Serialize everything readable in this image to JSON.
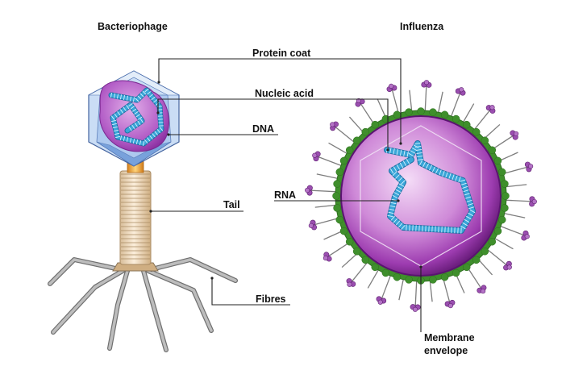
{
  "titles": {
    "bacteriophage": "Bacteriophage",
    "influenza": "Influenza"
  },
  "labels": {
    "protein_coat": "Protein coat",
    "nucleic_acid": "Nucleic acid",
    "dna": "DNA",
    "tail": "Tail",
    "rna": "RNA",
    "fibres": "Fibres",
    "membrane_line1": "Membrane",
    "membrane_line2": "envelope"
  },
  "colors": {
    "capsid_blue": "#8fb3e6",
    "nucleic_purple": "#a04fc4",
    "strand_blue": "#3aa6d8",
    "tail_tan": "#f1dcbf",
    "collar_orange": "#f0a53a",
    "fibre_gray": "#9a9a9a",
    "envelope_green": "#3f8f2c",
    "virion_purple": "#8a2f9e",
    "spike_knob": "#9b4fb0"
  }
}
